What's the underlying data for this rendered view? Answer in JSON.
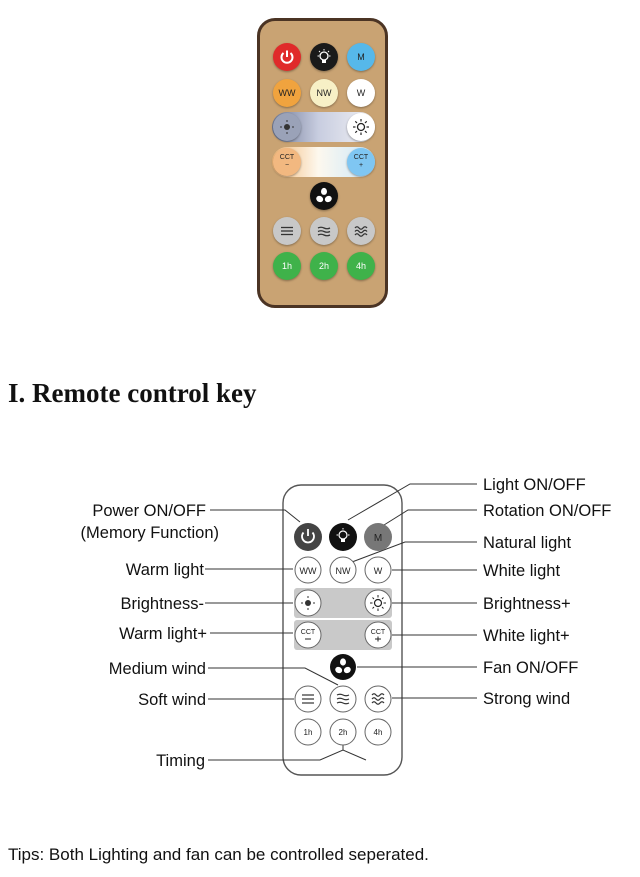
{
  "photo": {
    "buttons": {
      "m": "M",
      "ww": "WW",
      "nw": "NW",
      "w": "W",
      "cct_minus": "CCT\n−",
      "cct_plus": "CCT\n+",
      "t1": "1h",
      "t2": "2h",
      "t3": "4h"
    },
    "colors": {
      "body": "#c9a373",
      "border": "#4b3424",
      "power": "#e02a2a",
      "light": "#1a1a1a",
      "mode": "#56b8ea",
      "warm": "#f0a33e",
      "natural": "#f7f0c6",
      "white": "#ffffff",
      "timer": "#3fb24a",
      "wind": "#c8c8c8"
    }
  },
  "heading": "I. Remote control key",
  "diagram": {
    "keys": {
      "m": "M",
      "ww": "WW",
      "nw": "NW",
      "w": "W",
      "cct": "CCT",
      "t1": "1h",
      "t2": "2h",
      "t3": "4h"
    },
    "labels_left": {
      "power": "Power ON/OFF",
      "memory": "(Memory Function)",
      "warm_light": "Warm light",
      "brightness_minus": "Brightness-",
      "warm_light_plus": "Warm light+",
      "medium_wind": "Medium wind",
      "soft_wind": "Soft wind",
      "timing": "Timing"
    },
    "labels_right": {
      "light": "Light ON/OFF",
      "rotation": "Rotation ON/OFF",
      "natural_light": "Natural light",
      "white_light": "White light",
      "brightness_plus": "Brightness+",
      "white_light_plus": "White light+",
      "fan": "Fan ON/OFF",
      "strong_wind": "Strong wind"
    }
  },
  "tips": "Tips: Both Lighting and fan can be controlled seperated."
}
